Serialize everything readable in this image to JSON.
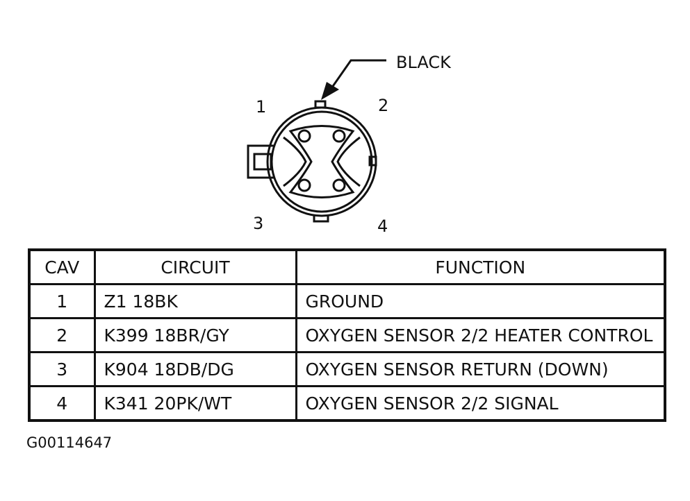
{
  "connector": {
    "color_label": "BLACK",
    "cavity_labels": [
      "1",
      "2",
      "3",
      "4"
    ]
  },
  "table": {
    "headers": [
      "CAV",
      "CIRCUIT",
      "FUNCTION"
    ],
    "rows": [
      {
        "cav": "1",
        "circuit": "Z1 18BK",
        "function": "GROUND"
      },
      {
        "cav": "2",
        "circuit": "K399 18BR/GY",
        "function": "OXYGEN SENSOR 2/2 HEATER CONTROL"
      },
      {
        "cav": "3",
        "circuit": "K904 18DB/DG",
        "function": "OXYGEN SENSOR RETURN (DOWN)"
      },
      {
        "cav": "4",
        "circuit": "K341 20PK/WT",
        "function": "OXYGEN SENSOR 2/2 SIGNAL"
      }
    ]
  },
  "figure_id": "G00114647"
}
